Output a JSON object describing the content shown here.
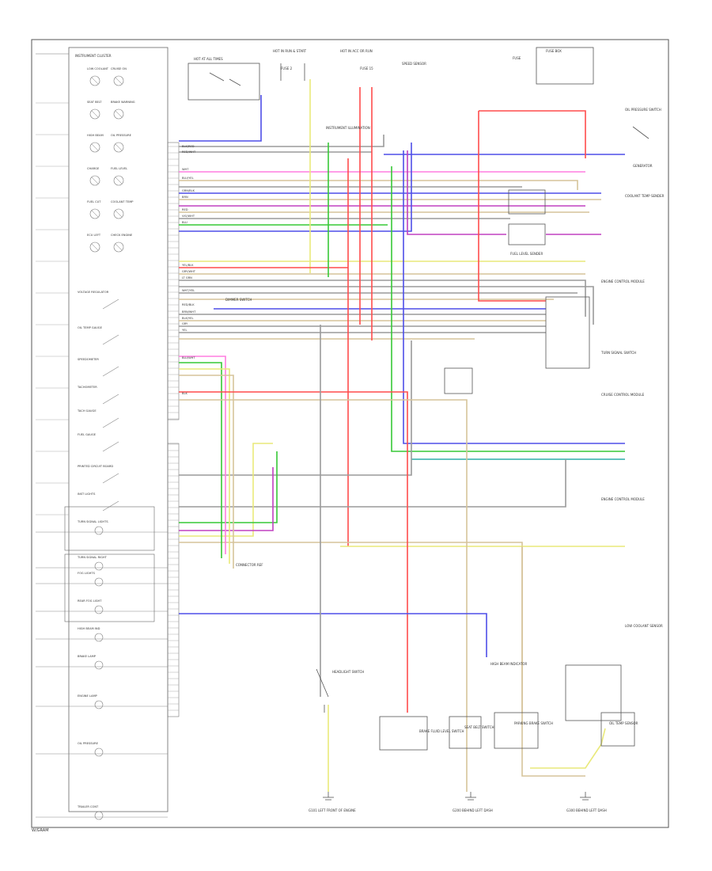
{
  "diagram": {
    "footer": "W/GRAM",
    "cluster": {
      "header": "INSTRUMENT CLUSTER",
      "gauges": [
        "LOW COOLANT",
        "CRUISE ON",
        "SEAT BELT",
        "BRAKE WARNING",
        "HIGH BEAM",
        "OIL PRESSURE",
        "CHARGE",
        "FUEL LEVEL",
        "FUEL CUT",
        "COOLANT TEMP",
        "ECU LEFT",
        "CHECK ENGINE"
      ],
      "side_labels": [
        "VOLTAGE REGULATOR",
        "OIL TEMP GAUGE",
        "SPEEDOMETER",
        "TACHOMETER",
        "TACH GAUGE",
        "FUEL GAUGE",
        "PRINTED CIRCUIT BOARD",
        "INST LIGHTS",
        "TURN SIGNAL LIGHTS",
        "TURN SIGNAL RIGHT",
        "FOG LIGHTS",
        "REAR FOG LIGHT",
        "HIGH BEAM IND",
        "BRAKE LAMP",
        "ENGINE LAMP",
        "OIL PRESSURE",
        "TRAILER CONT"
      ]
    },
    "components": {
      "hot_at_all_times": "HOT AT ALL TIMES",
      "hot_in_run": "HOT IN RUN & START",
      "hot_in_start": "HOT IN ACC OR RUN",
      "fuse_box": "FUSE BOX",
      "fuse_label": "FUSE",
      "fuse_2": "FUSE 2",
      "fuse_15": "FUSE 15",
      "instrument_illumination": "INSTRUMENT ILLUMINATION",
      "speed_sensor": "SPEED SENSOR",
      "oil_pressure_sw": "OIL PRESSURE SWITCH",
      "generator": "GENERATOR",
      "coolant_temp_sender": "COOLANT TEMP SENDER",
      "fuel_level_sender": "FUEL LEVEL SENDER",
      "engine_control_module": "ENGINE CONTROL MODULE",
      "turn_signal_sw": "TURN SIGNAL SWITCH",
      "brake_fluid_sw": "BRAKE FLUID LEVEL SWITCH",
      "seat_belt_sw": "SEAT BELT SWITCH",
      "parking_brake_sw": "PARKING BRAKE SWITCH",
      "cruise_ctrl": "CRUISE CONTROL MODULE",
      "low_coolant_sensor": "LOW COOLANT SENSOR",
      "headlight_sw": "HEADLIGHT SWITCH",
      "oil_temp_sensor": "OIL TEMP SENSOR",
      "high_beam": "HIGH BEAM INDICATOR",
      "dimmer_sw": "DIMMER SWITCH",
      "g_left": "G101 LEFT FRONT OF ENGINE",
      "g_center": "G200 BEHIND LEFT DASH",
      "g_right": "G300 BEHIND LEFT DASH",
      "connector_ref": "CONNECTOR REF"
    },
    "wire_labels": [
      "BLK/RED",
      "RED/WHT",
      "WHT",
      "BLU/YEL",
      "GRN/BLK",
      "BRN",
      "RED",
      "VIO/WHT",
      "BLU",
      "YEL/BLK",
      "GRY/WHT",
      "LT GRN",
      "WHT/YEL",
      "RED/BLK",
      "BRN/WHT",
      "BLK/YEL",
      "GRY",
      "YEL",
      "BLU/WHT",
      "BLK"
    ],
    "colors": {
      "blue": "#4f4fe8",
      "red": "#ff4c4c",
      "green": "#37c837",
      "yellow": "#e9e97a",
      "violet": "#c040c0",
      "pink": "#ff7fe0",
      "teal": "#2faea8",
      "tan": "#d6c49a",
      "gray": "#9a9a9a",
      "black": "#4a4a4a"
    }
  }
}
